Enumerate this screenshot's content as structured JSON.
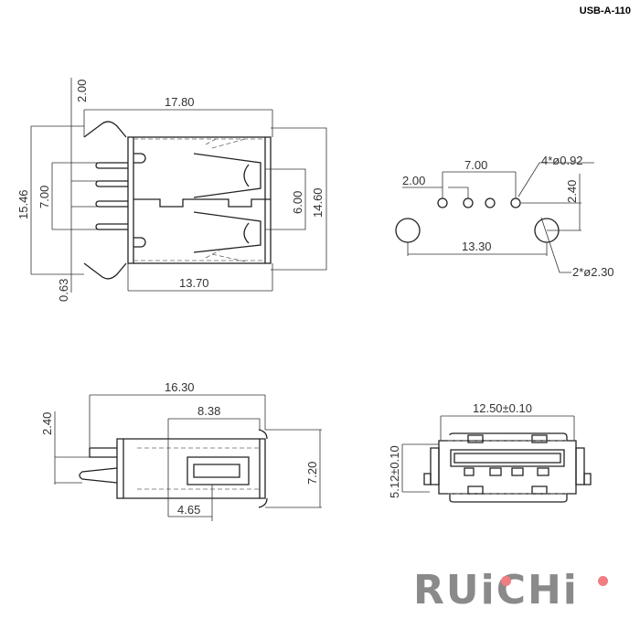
{
  "part_number": "USB-A-110",
  "top_view": {
    "d_2_00": "2.00",
    "d_17_80": "17.80",
    "d_15_46": "15.46",
    "d_7_00": "7.00",
    "d_6_00": "6.00",
    "d_14_60": "14.60",
    "d_0_63": "0.63",
    "d_13_70": "13.70"
  },
  "footprint": {
    "d_7_00": "7.00",
    "d_pin_hole": "4*ø0.92",
    "d_2_00": "2.00",
    "d_2_40": "2.40",
    "d_13_30": "13.30",
    "d_mount_hole": "2*ø2.30"
  },
  "side_view": {
    "d_16_30": "16.30",
    "d_8_38": "8.38",
    "d_2_40": "2.40",
    "d_7_20": "7.20",
    "d_4_65": "4.65"
  },
  "front_view": {
    "d_width": "12.50±0.10",
    "d_height": "5.12±0.10"
  },
  "logo": {
    "text": "RUiCHi",
    "color_gray": "#8a8a8a",
    "color_dot": "#ef7d83"
  }
}
